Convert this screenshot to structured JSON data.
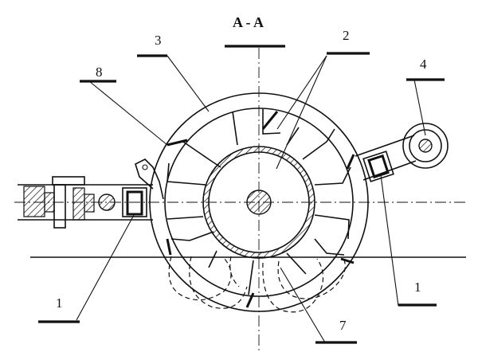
{
  "diagram": {
    "title": "A - A",
    "labels": {
      "l1_left": "1",
      "l1_right": "1",
      "l2": "2",
      "l3": "3",
      "l4": "4",
      "l7": "7",
      "l8": "8"
    }
  }
}
